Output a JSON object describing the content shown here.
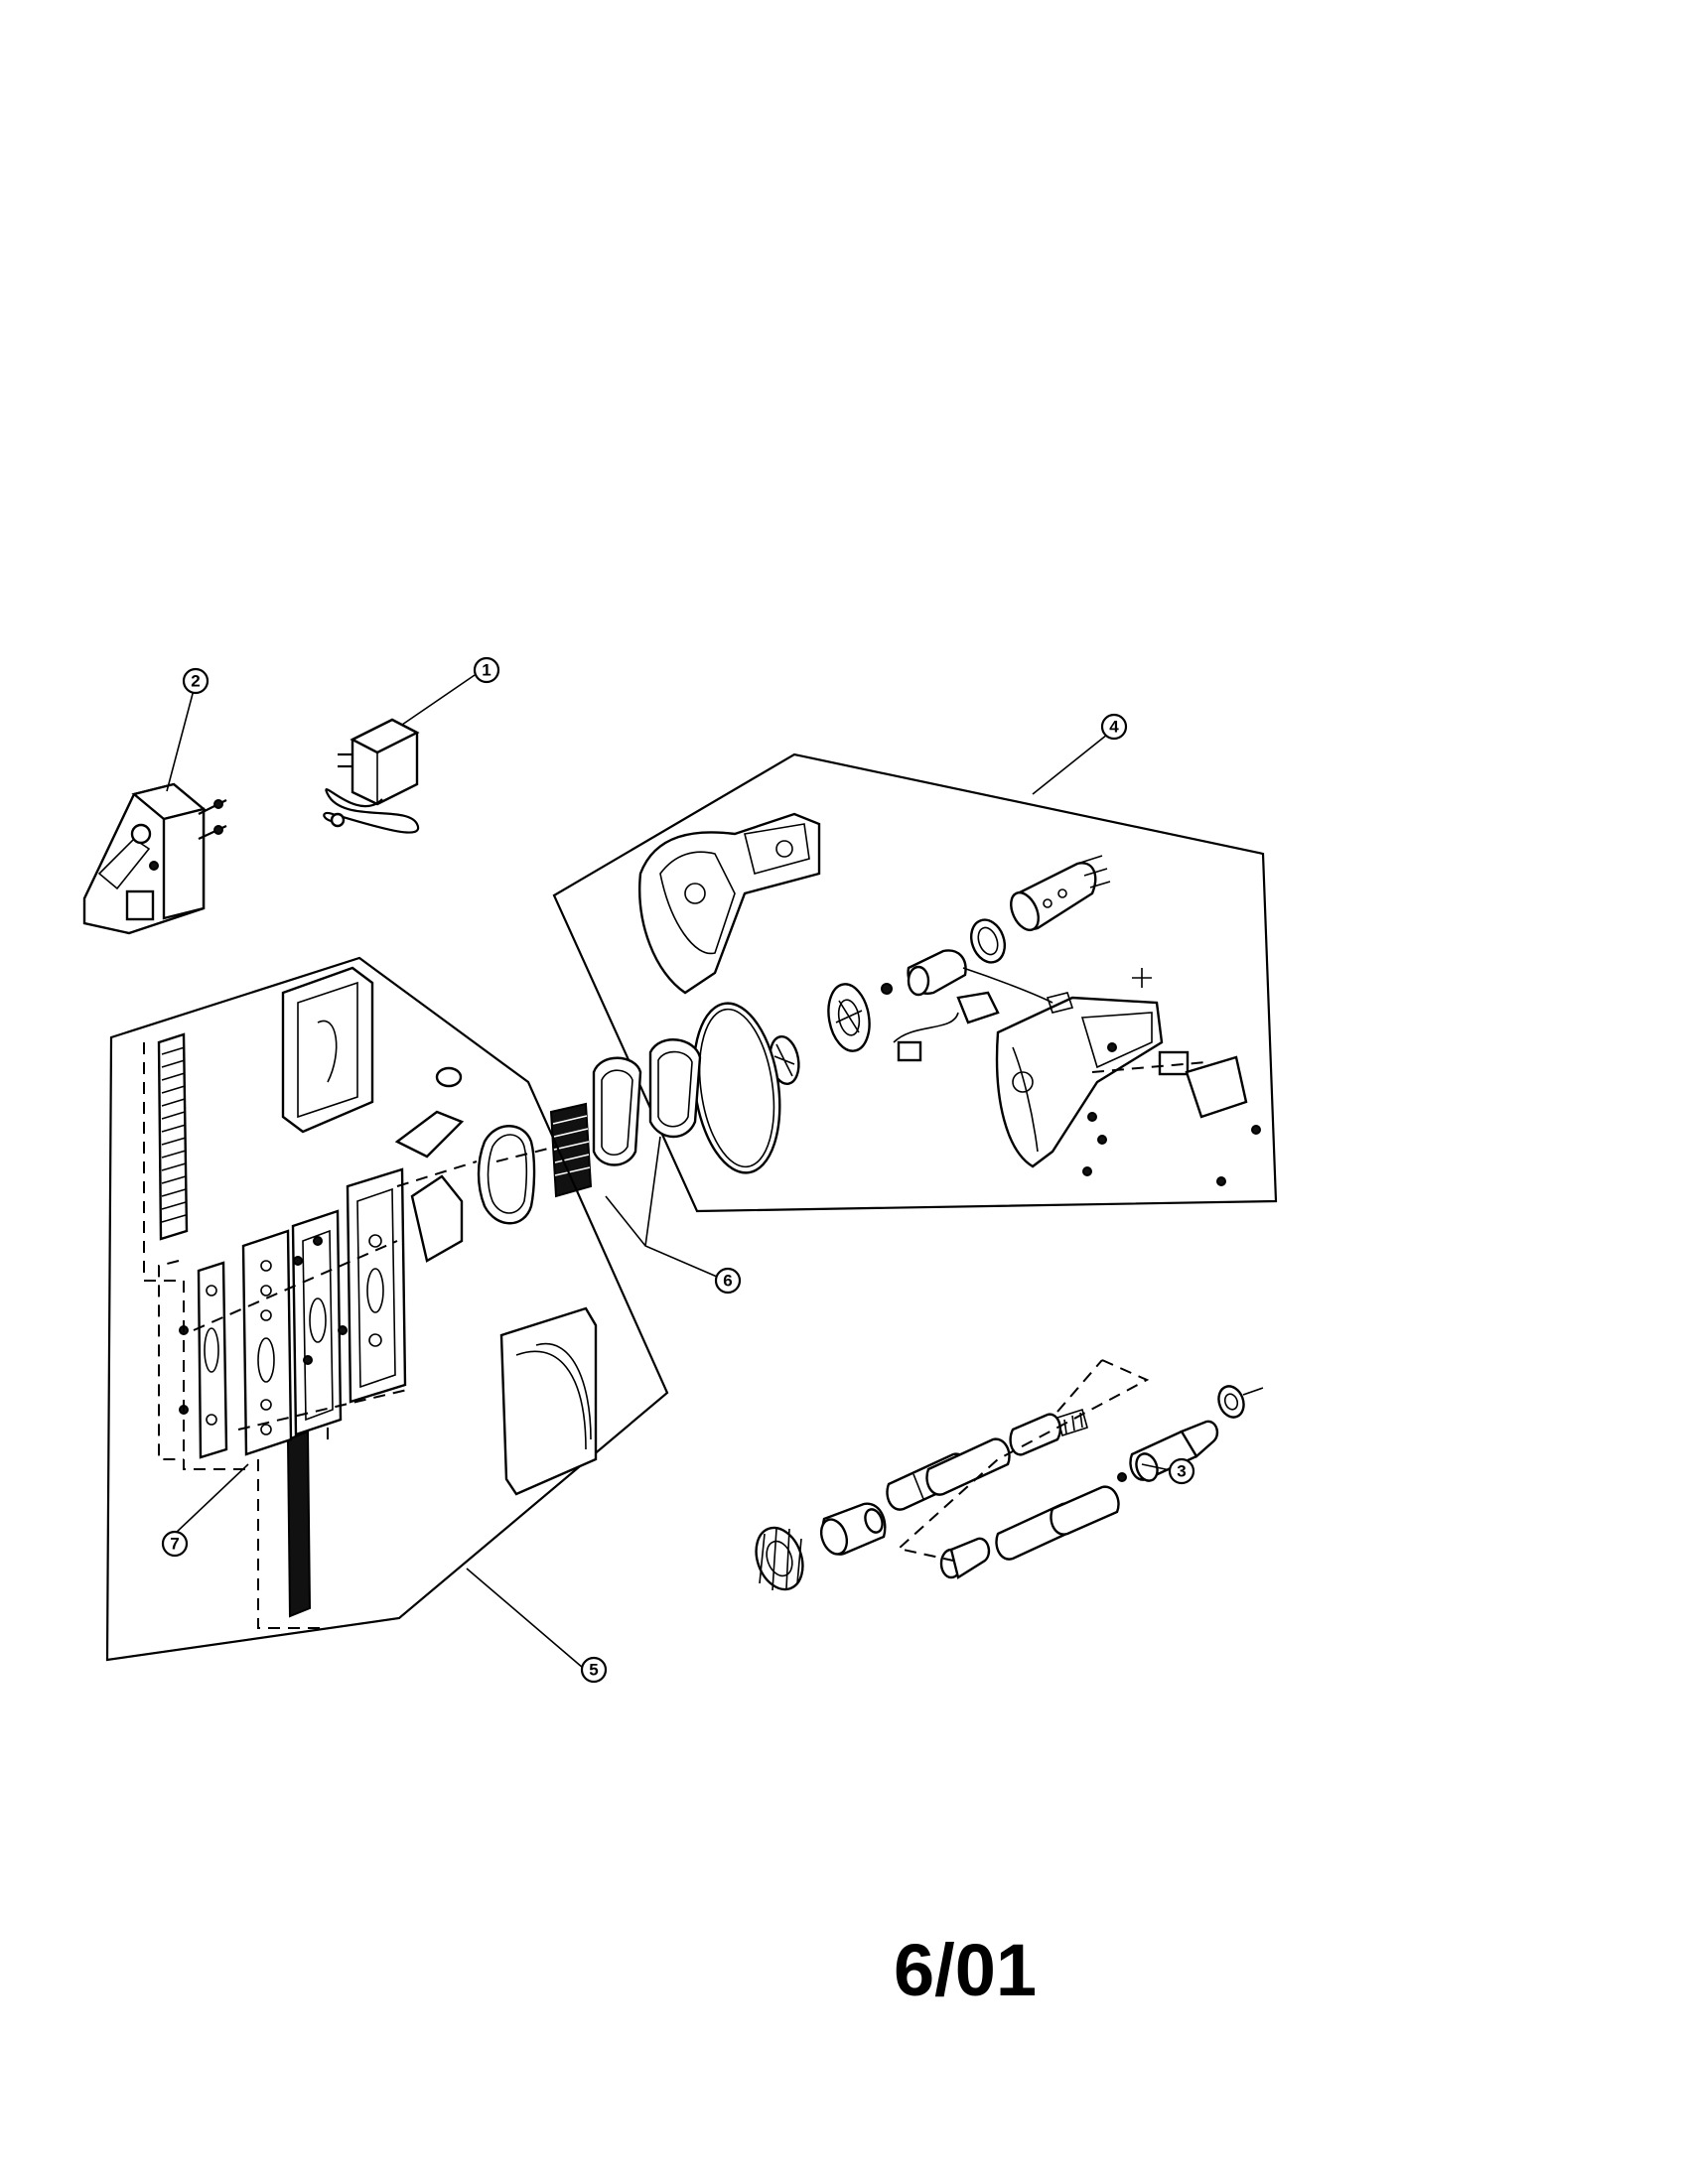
{
  "diagram": {
    "callouts": [
      {
        "id": "callout-1",
        "label": "1"
      },
      {
        "id": "callout-2",
        "label": "2"
      },
      {
        "id": "callout-3",
        "label": "3"
      },
      {
        "id": "callout-4",
        "label": "4"
      },
      {
        "id": "callout-5",
        "label": "5"
      },
      {
        "id": "callout-6",
        "label": "6"
      },
      {
        "id": "callout-7",
        "label": "7"
      }
    ]
  },
  "footer": {
    "date_code": "6/01"
  }
}
